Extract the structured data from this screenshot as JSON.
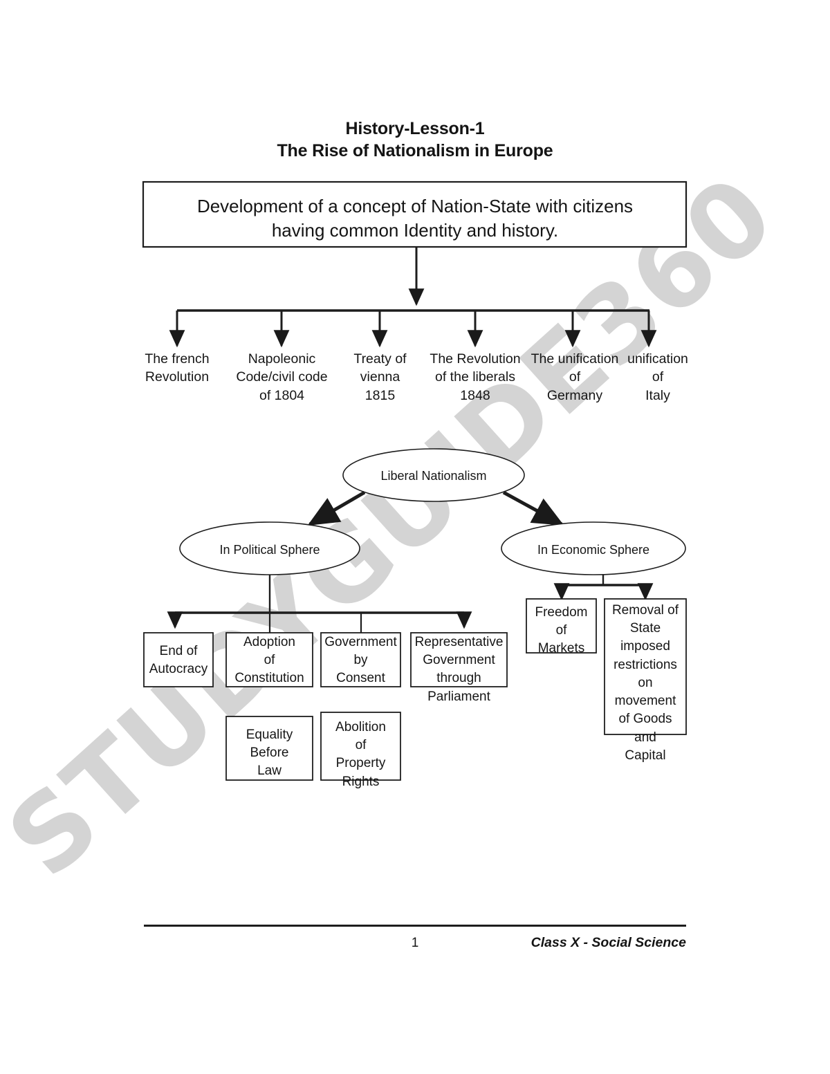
{
  "document": {
    "title_line_1": "History-Lesson-1",
    "title_line_2": "The Rise of Nationalism in Europe",
    "watermark": "STUDYGUIDE360",
    "watermark_color": "#d4d4d4",
    "background_color": "#ffffff",
    "ink_color": "#1a1a1a"
  },
  "main_box": {
    "text": "Development of a concept of Nation-State with citizens\nhaving common Identity and history."
  },
  "branches": [
    {
      "label": "The french\nRevolution"
    },
    {
      "label": "Napoleonic\nCode/civil code\nof 1804"
    },
    {
      "label": "Treaty of\nvienna\n1815"
    },
    {
      "label": "The Revolution\nof the liberals\n1848"
    },
    {
      "label": "The unification\nof\nGermany"
    },
    {
      "label": "unification\nof\nItaly"
    }
  ],
  "liberal_nationalism": {
    "root_label": "Liberal Nationalism",
    "political_sphere": {
      "label": "In Political Sphere",
      "row_1": [
        {
          "label": "End of\nAutocracy"
        },
        {
          "label": "Adoption\nof\nConstitution"
        },
        {
          "label": "Government\nby\nConsent"
        },
        {
          "label": "Representative\nGovernment\nthrough\nParliament"
        }
      ],
      "row_2": [
        {
          "label": "Equality\nBefore\nLaw"
        },
        {
          "label": "Abolition\nof\nProperty\nRights"
        }
      ]
    },
    "economic_sphere": {
      "label": "In Economic Sphere",
      "items": [
        {
          "label": "Freedom\nof\nMarkets"
        },
        {
          "label": "Removal of\nState\nimposed\nrestrictions\non\nmovement\nof Goods\nand\nCapital"
        }
      ]
    }
  },
  "footer": {
    "page_number": "1",
    "course": "Class X - Social Science"
  }
}
